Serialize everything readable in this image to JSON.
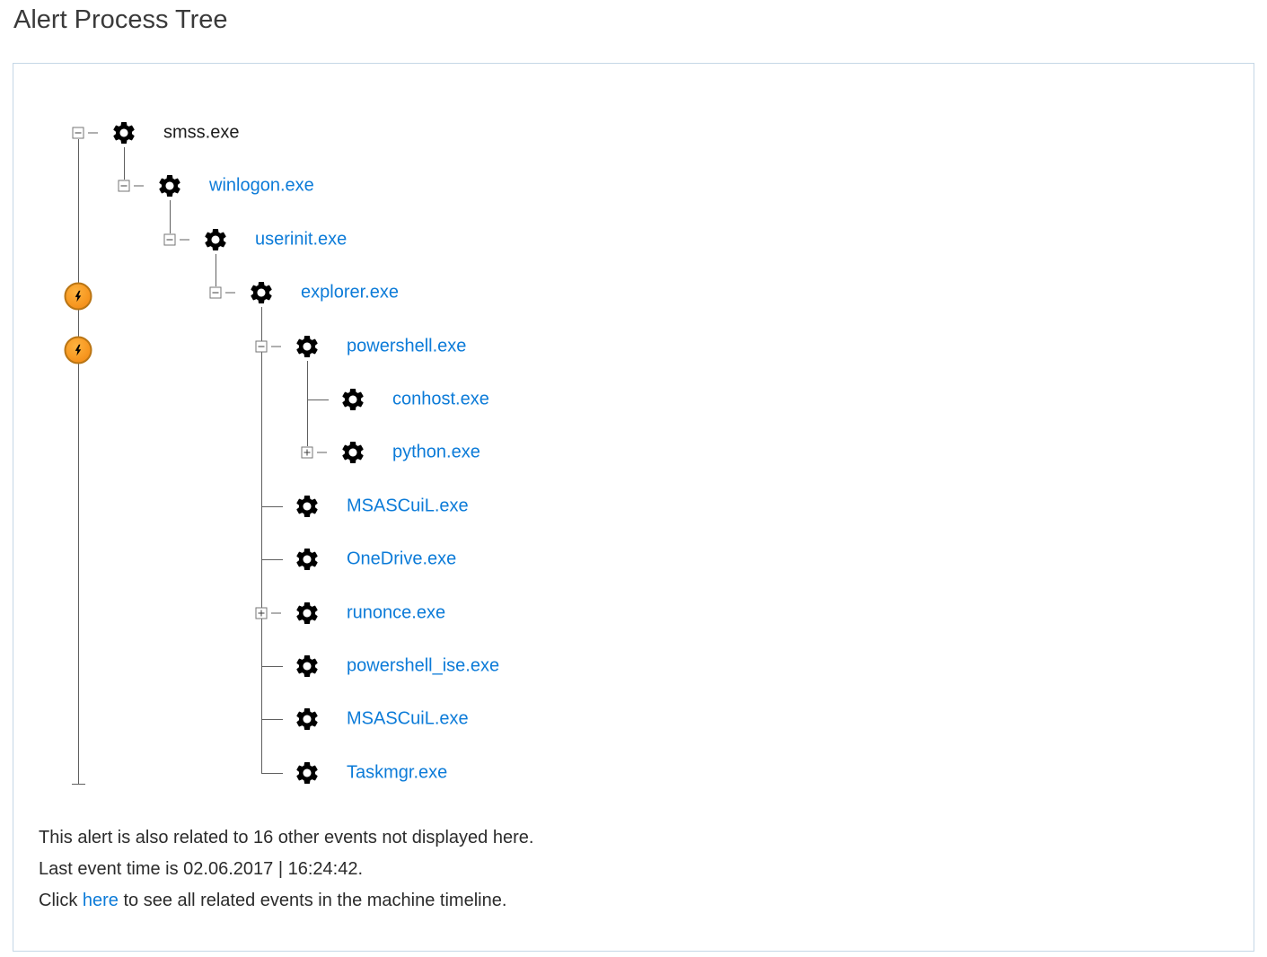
{
  "page": {
    "title": "Alert Process Tree"
  },
  "colors": {
    "link": "#0c7bd8",
    "text": "#1b1b1b",
    "title": "#3a3a3a",
    "line": "#5f5f5f",
    "panel_border": "#c5d7e6",
    "alert_orange": "#f6921e"
  },
  "tree": {
    "nodes": [
      {
        "label": "smss.exe",
        "depth": 0,
        "toggle": "expanded",
        "link": false,
        "alert": false
      },
      {
        "label": "winlogon.exe",
        "depth": 1,
        "toggle": "expanded",
        "link": true,
        "alert": false
      },
      {
        "label": "userinit.exe",
        "depth": 2,
        "toggle": "expanded",
        "link": true,
        "alert": false
      },
      {
        "label": "explorer.exe",
        "depth": 3,
        "toggle": "expanded",
        "link": true,
        "alert": true
      },
      {
        "label": "powershell.exe",
        "depth": 4,
        "toggle": "expanded",
        "link": true,
        "alert": true
      },
      {
        "label": "conhost.exe",
        "depth": 5,
        "toggle": "none",
        "link": true,
        "alert": false
      },
      {
        "label": "python.exe",
        "depth": 5,
        "toggle": "collapsed",
        "link": true,
        "alert": false
      },
      {
        "label": "MSASCuiL.exe",
        "depth": 4,
        "toggle": "none",
        "link": true,
        "alert": false
      },
      {
        "label": "OneDrive.exe",
        "depth": 4,
        "toggle": "none",
        "link": true,
        "alert": false
      },
      {
        "label": "runonce.exe",
        "depth": 4,
        "toggle": "collapsed",
        "link": true,
        "alert": false
      },
      {
        "label": "powershell_ise.exe",
        "depth": 4,
        "toggle": "none",
        "link": true,
        "alert": false
      },
      {
        "label": "MSASCuiL.exe",
        "depth": 4,
        "toggle": "none",
        "link": true,
        "alert": false
      },
      {
        "label": "Taskmgr.exe",
        "depth": 4,
        "toggle": "none",
        "link": true,
        "alert": false
      }
    ],
    "icons": {
      "process": "gear-icon",
      "alert": "lightning-icon"
    }
  },
  "footer": {
    "related_note": "This alert is also related to 16 other events not displayed here.",
    "last_event": "Last event time is 02.06.2017 | 16:24:42.",
    "timeline_prefix": "Click ",
    "timeline_link": "here",
    "timeline_suffix": " to see all related events in the machine timeline."
  }
}
